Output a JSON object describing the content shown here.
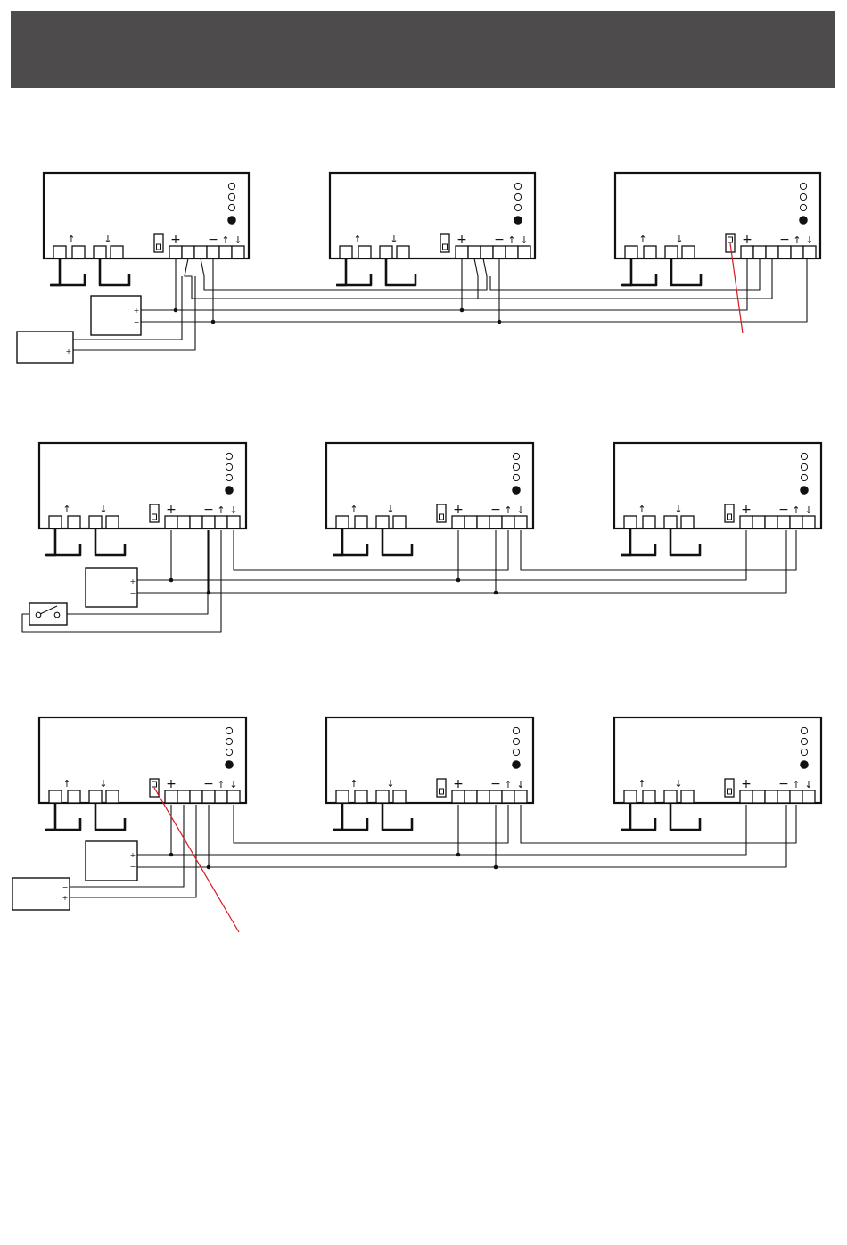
{
  "header": {
    "background": "#4d4b4c"
  },
  "colors": {
    "line": "#111111",
    "highlight": "#d71920",
    "panel": "#ffffff"
  },
  "symbols": {
    "plus": "+",
    "minus": "−",
    "up": "↑",
    "down": "↓",
    "small_plus": "+",
    "small_minus": "−"
  },
  "diagrams": [
    {
      "id": "wiring-1",
      "auxiliary_device": "power-supply",
      "highlight_dip_switch": "unit-3"
    },
    {
      "id": "wiring-2",
      "auxiliary_device": "switch",
      "highlight_dip_switch": null
    },
    {
      "id": "wiring-3",
      "auxiliary_device": "power-supply",
      "highlight_dip_switch": "unit-1"
    }
  ]
}
